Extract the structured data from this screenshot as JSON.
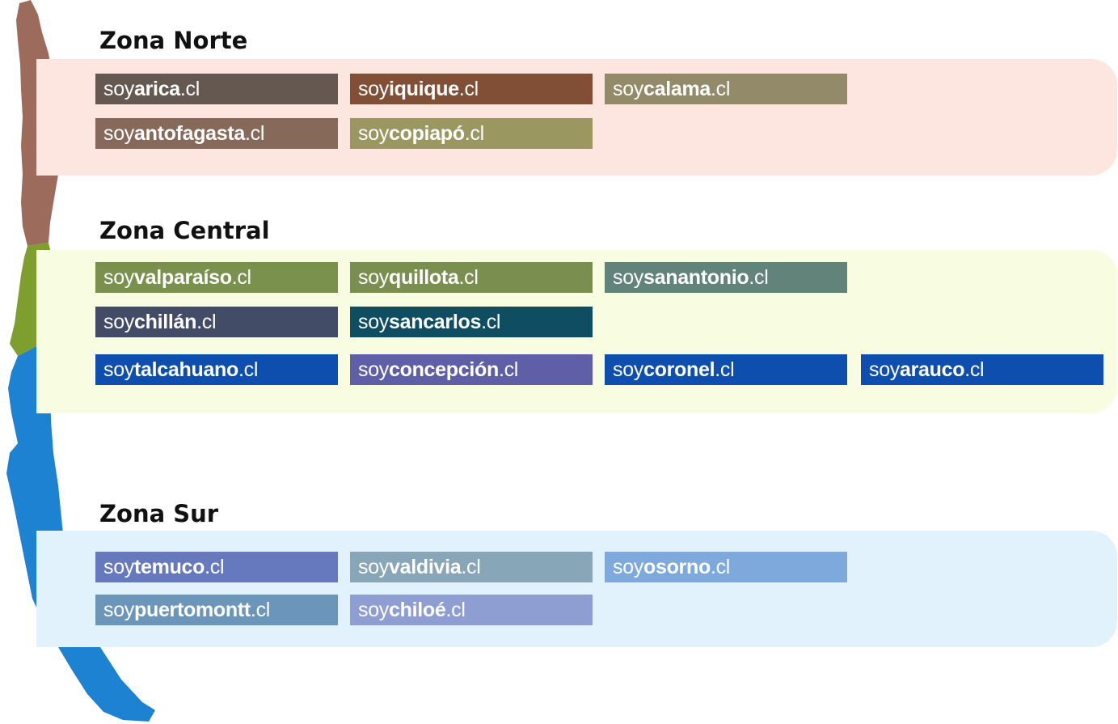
{
  "prefix": "soy",
  "suffix": ".cl",
  "map_colors": {
    "norte": "#9C6B5C",
    "central": "#7E9E2E",
    "sur": "#1E82D2"
  },
  "zones": [
    {
      "title": "Zona Norte",
      "background": "#FEE6E0",
      "sites": [
        {
          "name": "arica",
          "color": "#655850"
        },
        {
          "name": "iquique",
          "color": "#814F36"
        },
        {
          "name": "calama",
          "color": "#928A68"
        },
        {
          "name": "antofagasta",
          "color": "#87695A"
        },
        {
          "name": "copiapó",
          "color": "#9A9760"
        }
      ]
    },
    {
      "title": "Zona Central",
      "background": "#F8FDE1",
      "sites": [
        {
          "name": "valparaíso",
          "color": "#7A914E"
        },
        {
          "name": "quillota",
          "color": "#7A8F4F"
        },
        {
          "name": "sanantonio",
          "color": "#628379"
        },
        {
          "name": "chillán",
          "color": "#434C66"
        },
        {
          "name": "sancarlos",
          "color": "#0E4D62"
        },
        {
          "name": "talcahuano",
          "color": "#0E4EAE"
        },
        {
          "name": "concepción",
          "color": "#5F5FA8"
        },
        {
          "name": "coronel",
          "color": "#0E4EAE"
        },
        {
          "name": "arauco",
          "color": "#0E4EAE"
        }
      ]
    },
    {
      "title": "Zona Sur",
      "background": "#E2F2FD",
      "sites": [
        {
          "name": "temuco",
          "color": "#6679BF"
        },
        {
          "name": "valdivia",
          "color": "#87A6B7"
        },
        {
          "name": "osorno",
          "color": "#7DA9DC"
        },
        {
          "name": "puertomontt",
          "color": "#6C96B9"
        },
        {
          "name": "chiloé",
          "color": "#8E9ED2"
        }
      ]
    }
  ]
}
